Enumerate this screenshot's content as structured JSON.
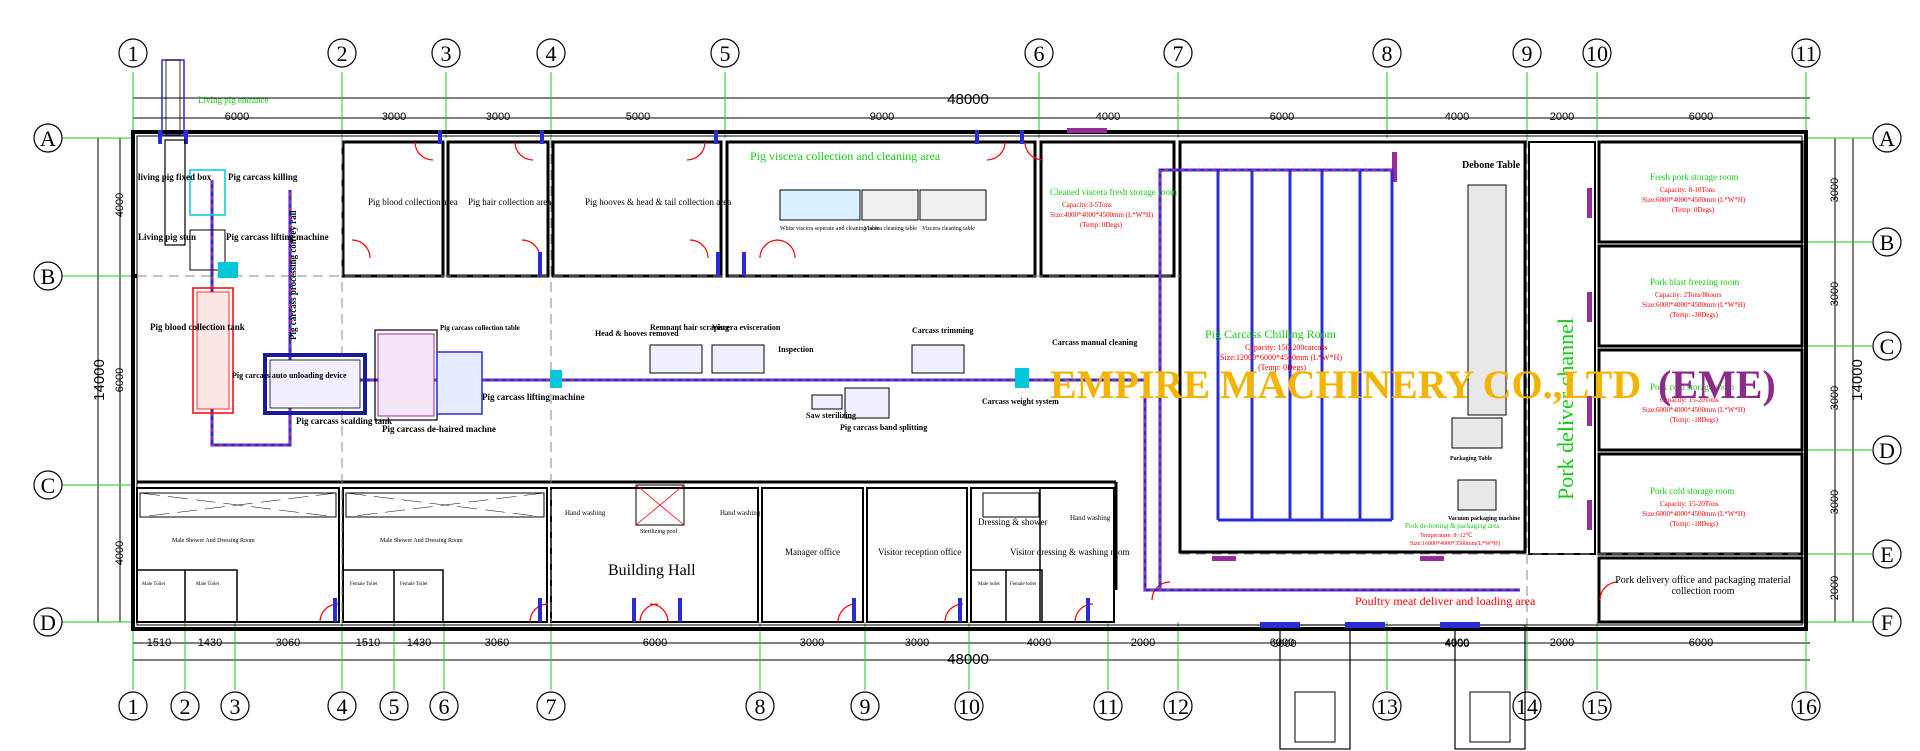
{
  "axes_top": [
    "1",
    "2",
    "3",
    "4",
    "5",
    "6",
    "7",
    "8",
    "9",
    "10",
    "11"
  ],
  "axes_bottom": [
    "1",
    "2",
    "3",
    "4",
    "5",
    "6",
    "7",
    "8",
    "9",
    "10",
    "11",
    "12",
    "13",
    "14",
    "15",
    "16"
  ],
  "axes_rows_left": [
    "A",
    "B",
    "C",
    "D"
  ],
  "axes_rows_right": [
    "A",
    "B",
    "C",
    "D",
    "E",
    "F"
  ],
  "dims": {
    "total_top": "48000",
    "total_bottom": "48000",
    "top": [
      "6000",
      "3000",
      "3000",
      "5000",
      "9000",
      "4000",
      "6000",
      "4000",
      "2000",
      "6000"
    ],
    "bottom": [
      "1510",
      "1430",
      "3060",
      "1510",
      "1430",
      "3060",
      "6000",
      "3000",
      "3000",
      "4000",
      "2000",
      "6000",
      "4000",
      "2000",
      "6000"
    ],
    "left_total": "14000",
    "left": [
      "4000",
      "6000",
      "4000"
    ],
    "right_total": "14000",
    "right": [
      "3000",
      "3000",
      "3000",
      "3000",
      "2000"
    ]
  },
  "labels": {
    "living_pig_entrance": "Living pig entrance",
    "living_pig_fixed_box": "living pig fixed box",
    "pig_carcass_killing": "Pig carcass killing",
    "living_pig_stun": "Living pig stun",
    "pig_carcass_lifting_machine_1": "Pig carcass lifting machine",
    "pig_blood_collection_tank": "Pig blood collection tank",
    "pig_carcass_processing_convey_rail": "Pig carcass processing convey rail",
    "pig_carcass_auto_unloading_device": "Pig carcass auto unloading device",
    "pig_blood_collection_area": "Pig blood collection area",
    "pig_hair_collection_area": "Pig hair collection area",
    "pig_hooves_head_tail_area": "Pig hooves & head & tail collection area",
    "pig_viscera_collection_area": "Pig viscera collection and cleaning area",
    "white_viscera_table": "White viscera seperate and cleaning table",
    "viscera_cleaning_table_1": "Viscera cleaning table",
    "viscera_cleaning_table_2": "Viscera cleaning table",
    "cleaned_viscera_room": "Cleaned viscera fresh storage room",
    "cleaned_viscera_capacity": "Capacity:3-5Tons",
    "cleaned_viscera_size": "Size:4000*4000*4500mm (L*W*H)",
    "cleaned_viscera_temp": "(Temp: 0Degs)",
    "pig_carcass_scalding_tank": "Pig carcass scalding tank",
    "pig_carcass_dehaired_machine": "Pig carcass de-haired machne",
    "pig_carcass_collection_table": "Pig carcass collection table",
    "pig_carcass_lifting_machine_2": "Pig carcass lifting machine",
    "head_hooves_removed": "Head & hooves removed",
    "remnant_hair_scraping": "Remnant hair scraping",
    "viscera_evisceration": "Viscera evisceration",
    "inspection": "Inspection",
    "saw_sterilizing": "Saw sterilizing",
    "pig_carcass_band_splitting": "Pig carcass band splitting",
    "carcass_trimming": "Carcass trimming",
    "carcass_weight_system": "Carcass weight system",
    "carcass_manual_cleaning": "Carcass manual cleaning",
    "chilling_room": "Pig Carcass Chilling Room",
    "chilling_capacity": "Capacity: 150-200carcass",
    "chilling_size": "Size:12000*6000*4500mm (L*W*H)",
    "chilling_temp": "(Temp: 0Degs)",
    "debone_table": "Debone Table",
    "packaging_table": "Packaging Table",
    "vacuum_packaging_machine": "Vacuum packaging machine",
    "pork_deboning_area": "Pork de-boning & packaging area",
    "pork_deboning_temp": "Temperature: 8~12℃",
    "pork_deboning_size": "Size:16000*4000*3500mm(L*W*H)",
    "pork_deliver_channel": "Pork deliver channel",
    "fresh_pork_storage": "Fresh pork storage room",
    "fresh_pork_capacity": "Capacity: 8-10Tons",
    "fresh_pork_size": "Size:6000*4000*4500mm (L*W*H)",
    "fresh_pork_temp": "(Temp: 0Degs)",
    "blast_freezing": "Pork blast freezing room",
    "blast_capacity": "Capacity: 2Tons/8hours",
    "blast_size": "Size:6000*4000*4500mm (L*W*H)",
    "blast_temp": "(Temp: -30Degs)",
    "cold_storage_1": "Pork cold storage room",
    "cold_storage_1_capacity": "Capacity: 15-20Tons",
    "cold_storage_1_size": "Size:6000*4000*4500mm (L*W*H)",
    "cold_storage_1_temp": "(Temp: -18Degs)",
    "cold_storage_2": "Pork cold storage room",
    "cold_storage_2_capacity": "Capacity: 15-20Tons",
    "cold_storage_2_size": "Size:6000*4000*4500mm (L*W*H)",
    "cold_storage_2_temp": "(Temp: -18Degs)",
    "pork_delivery_office": "Pork delivery office and packaging material collection room",
    "male_shower_1": "Male Shower And Dressing Room",
    "male_shower_2": "Male Shower And Dressing Room",
    "male_toilet_1": "Male Toilet",
    "male_toilet_2": "Male Toilet",
    "female_toilet_1": "Female Toilet",
    "female_toilet_2": "Female Toilet",
    "hand_washing_1": "Hand washing",
    "sterilizing_pool": "Sterilizing pool",
    "hand_washing_2": "Hand washing",
    "building_hall": "Building Hall",
    "manager_office": "Manager office",
    "visitor_reception": "Visitor reception office",
    "dressing_shower": "Dressing & shower",
    "visitor_dressing": "Visitor dressing & washing room",
    "hand_washing_3": "Hand washing",
    "male_toilet_3": "Male toilet",
    "female_toilet_3": "Female toilet",
    "poultry_loading_area": "Poultry meat deliver and loading area",
    "dock_dims": [
      "3000",
      "4000"
    ],
    "watermark": "EMPIRE MACHINERY CO.,LTD",
    "watermark_brand": "(EME)"
  },
  "colors": {
    "walls": "#000000",
    "rail": "#2b2bd6",
    "rail_dash": "#e02a6a",
    "green_text": "#19c919",
    "red_text": "#ff0000",
    "watermark": "#f2b400",
    "watermark_brand": "#8b2b8b"
  }
}
